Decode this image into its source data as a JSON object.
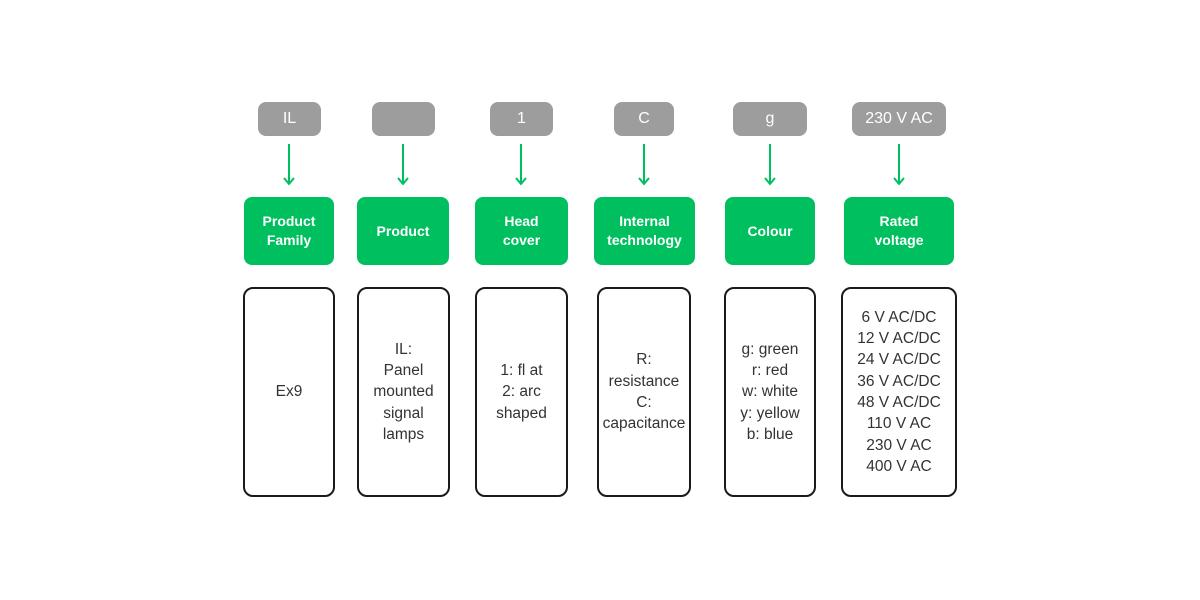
{
  "accent_color": "#00bf5f",
  "code_color": "#9d9d9d",
  "columns": [
    {
      "code": "IL",
      "category": "Product\nFamily",
      "options": "Ex9"
    },
    {
      "code": "",
      "category": "Product",
      "options": "IL:\nPanel\nmounted\nsignal\nlamps"
    },
    {
      "code": "1",
      "category": "Head\ncover",
      "options": "1: fl at\n2: arc\nshaped"
    },
    {
      "code": "C",
      "category": "Internal\ntechnology",
      "options": "R:\nresistance\nC:\ncapacitance"
    },
    {
      "code": "g",
      "category": "Colour",
      "options": "g: green\nr: red\nw: white\ny: yellow\nb: blue"
    },
    {
      "code": "230 V AC",
      "category": "Rated\nvoltage",
      "options": "6 V AC/DC\n12 V AC/DC\n24 V AC/DC\n36 V AC/DC\n48 V AC/DC\n110 V AC\n230 V AC\n400 V AC"
    }
  ]
}
